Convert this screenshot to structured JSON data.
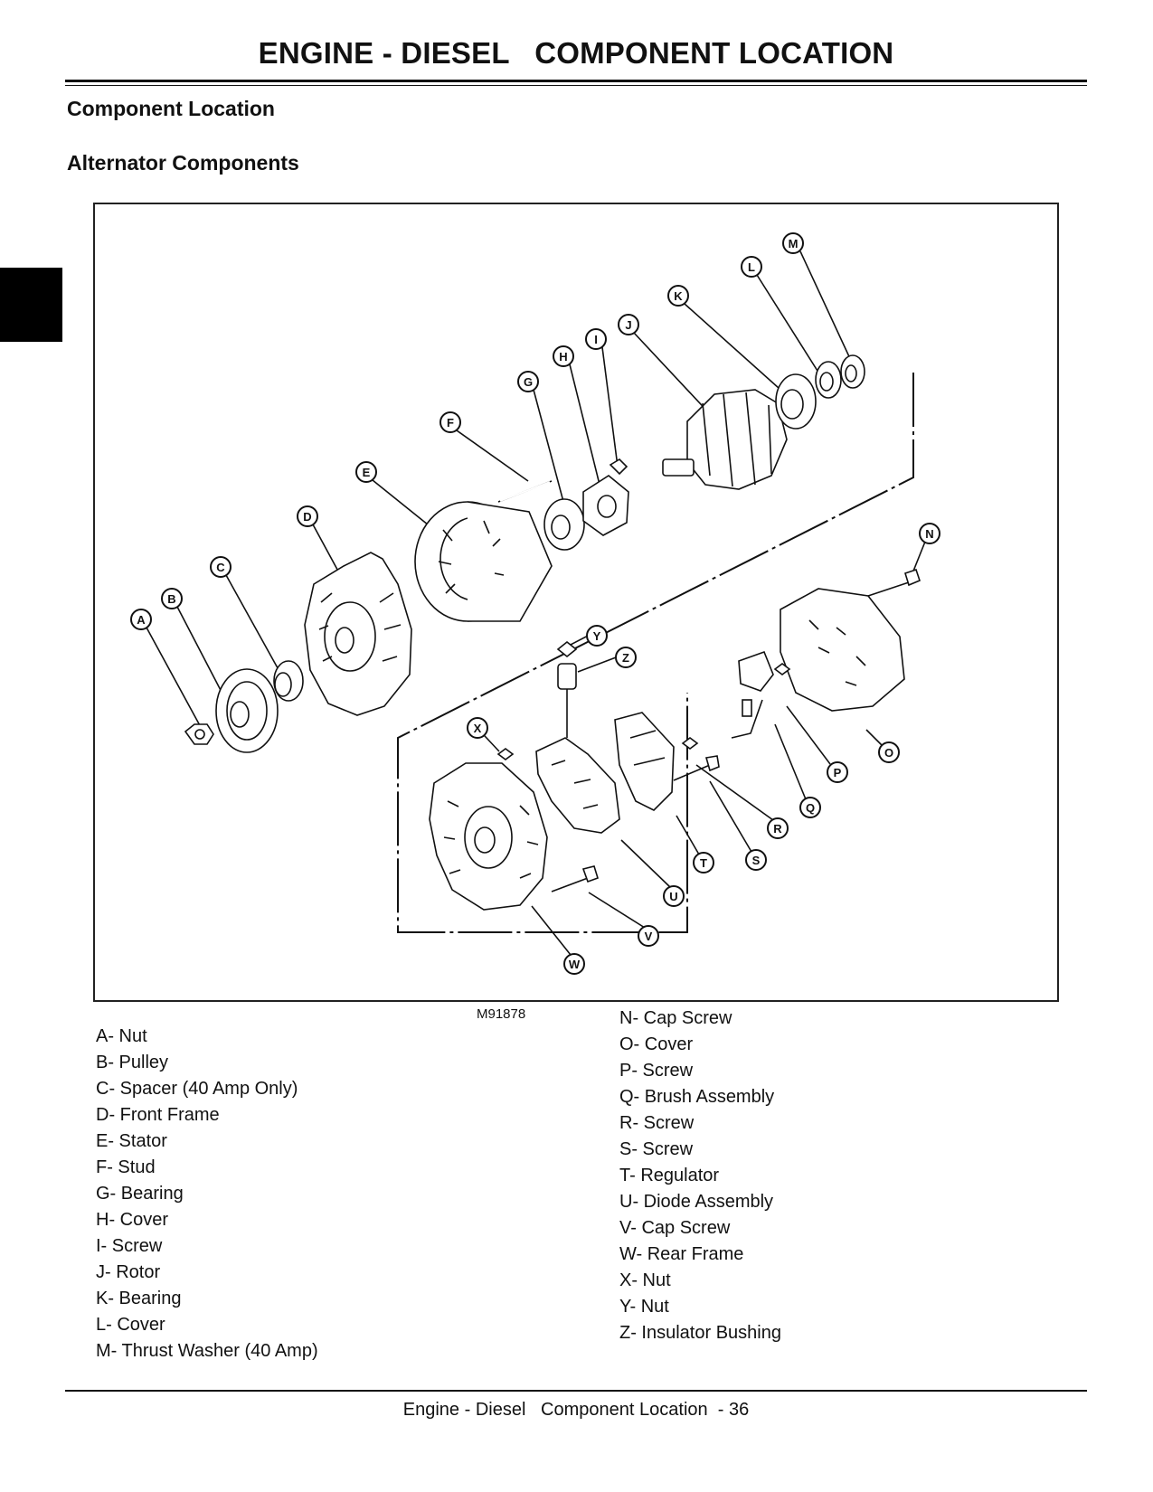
{
  "header": {
    "title": "ENGINE - DIESEL   COMPONENT LOCATION"
  },
  "sections": {
    "component_location": "Component Location",
    "alternator_components": "Alternator Components"
  },
  "figure": {
    "id": "M91878",
    "callouts": [
      "A",
      "B",
      "C",
      "D",
      "E",
      "F",
      "G",
      "H",
      "I",
      "J",
      "K",
      "L",
      "M",
      "N",
      "O",
      "P",
      "Q",
      "R",
      "S",
      "T",
      "U",
      "V",
      "W",
      "X",
      "Y",
      "Z"
    ]
  },
  "legend_left": [
    "A- Nut",
    "B- Pulley",
    "C- Spacer (40 Amp Only)",
    "D- Front Frame",
    "E- Stator",
    "F- Stud",
    "G- Bearing",
    "H- Cover",
    "I- Screw",
    "J- Rotor",
    "K- Bearing",
    "L- Cover",
    "M- Thrust Washer (40 Amp)"
  ],
  "legend_right": [
    "N- Cap Screw",
    "O- Cover",
    "P- Screw",
    "Q- Brush Assembly",
    "R- Screw",
    "S- Screw",
    "T- Regulator",
    "U- Diode Assembly",
    "V- Cap Screw",
    "W- Rear Frame",
    "X- Nut",
    "Y- Nut",
    "Z- Insulator Bushing"
  ],
  "footer": {
    "text": "Engine - Diesel   Component Location  - 36"
  }
}
